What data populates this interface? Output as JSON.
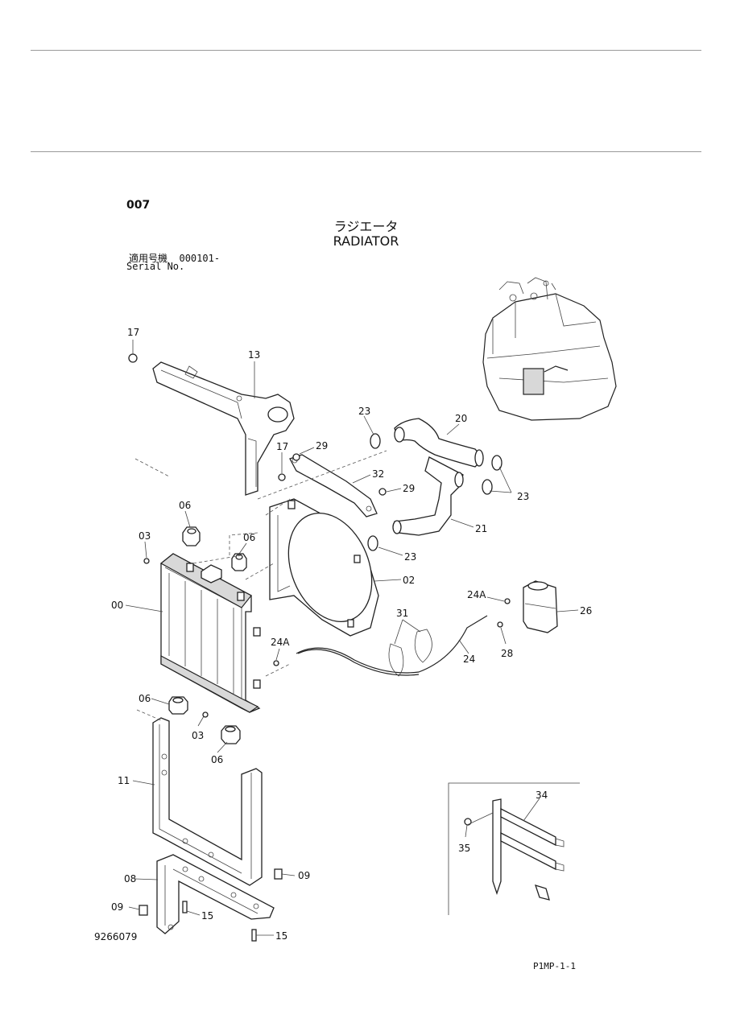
{
  "header": {
    "code": "007",
    "title_jp": "ラジエータ",
    "title_en": "RADIATOR",
    "serial_label_jp": "適用号機",
    "serial_value": "000101-",
    "serial_label_en": "Serial No."
  },
  "footer": {
    "doc_number": "9266079",
    "page_ref": "P1MP-1-1"
  },
  "callouts": {
    "c17a": "17",
    "c13": "13",
    "c17b": "17",
    "c29a": "29",
    "c23a": "23",
    "c20": "20",
    "c32": "32",
    "c29b": "29",
    "c23b": "23",
    "c06a": "06",
    "c03a": "03",
    "c06b": "06",
    "c21": "21",
    "c23c": "23",
    "c02": "02",
    "c00": "00",
    "c24Aa": "24A",
    "c26": "26",
    "c31": "31",
    "c24Ab": "24A",
    "c24": "24",
    "c28": "28",
    "c06c": "06",
    "c03b": "03",
    "c06d": "06",
    "c11": "11",
    "c08": "08",
    "c09a": "09",
    "c09b": "09",
    "c15a": "15",
    "c15b": "15",
    "c34": "34",
    "c35": "35"
  }
}
